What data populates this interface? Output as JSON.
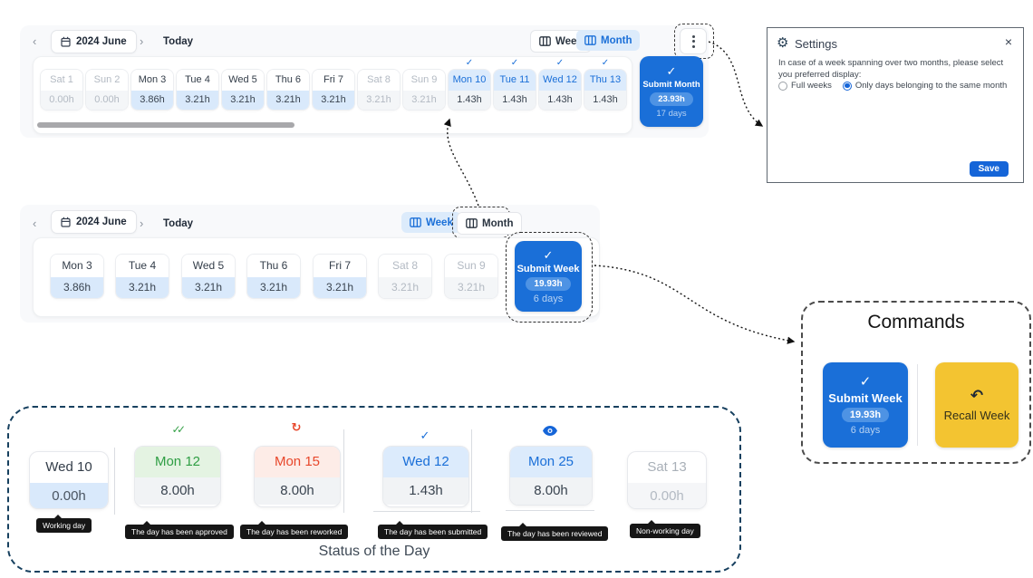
{
  "icons": {
    "chevron_left": "‹",
    "chevron_right": "›",
    "check": "✓",
    "double_check": "✓✓",
    "redo": "↻",
    "recall": "↶",
    "gear": "⚙",
    "close": "×"
  },
  "colors": {
    "primary_blue": "#1a6fd8",
    "light_blue_bg": "#dcebfc",
    "recall_yellow": "#f3c431",
    "approved_green": "#2f9e44",
    "reworked_red": "#e8472b",
    "tooltip_black": "#161616"
  },
  "month_view": {
    "nav": {
      "date_label": "2024 June",
      "today_label": "Today"
    },
    "toggle": {
      "week_label": "Week",
      "month_label": "Month"
    },
    "days": [
      {
        "label": "Sat 1",
        "hours": "0.00h",
        "state": "nonworking"
      },
      {
        "label": "Sun 2",
        "hours": "0.00h",
        "state": "nonworking"
      },
      {
        "label": "Mon 3",
        "hours": "3.86h",
        "state": "working"
      },
      {
        "label": "Tue 4",
        "hours": "3.21h",
        "state": "working"
      },
      {
        "label": "Wed 5",
        "hours": "3.21h",
        "state": "working"
      },
      {
        "label": "Thu 6",
        "hours": "3.21h",
        "state": "working"
      },
      {
        "label": "Fri 7",
        "hours": "3.21h",
        "state": "working"
      },
      {
        "label": "Sat 8",
        "hours": "3.21h",
        "state": "weekend"
      },
      {
        "label": "Sun 9",
        "hours": "3.21h",
        "state": "weekend"
      },
      {
        "label": "Mon 10",
        "hours": "1.43h",
        "state": "submitted"
      },
      {
        "label": "Tue 11",
        "hours": "1.43h",
        "state": "submitted"
      },
      {
        "label": "Wed 12",
        "hours": "1.43h",
        "state": "submitted"
      },
      {
        "label": "Thu 13",
        "hours": "1.43h",
        "state": "submitted"
      }
    ],
    "submit_button": {
      "label": "Submit Month",
      "total_hours": "23.93h",
      "days_count": "17 days"
    }
  },
  "week_view": {
    "nav": {
      "date_label": "2024 June",
      "today_label": "Today"
    },
    "toggle": {
      "week_label": "Week",
      "month_label": "Month"
    },
    "days": [
      {
        "label": "Mon 3",
        "hours": "3.86h",
        "state": "working"
      },
      {
        "label": "Tue 4",
        "hours": "3.21h",
        "state": "working"
      },
      {
        "label": "Wed 5",
        "hours": "3.21h",
        "state": "working"
      },
      {
        "label": "Thu 6",
        "hours": "3.21h",
        "state": "working"
      },
      {
        "label": "Fri 7",
        "hours": "3.21h",
        "state": "working"
      },
      {
        "label": "Sat 8",
        "hours": "3.21h",
        "state": "weekend"
      },
      {
        "label": "Sun 9",
        "hours": "3.21h",
        "state": "weekend"
      }
    ],
    "submit_button": {
      "label": "Submit Week",
      "total_hours": "19.93h",
      "days_count": "6 days"
    }
  },
  "settings_popup": {
    "title": "Settings",
    "description": "In case of a week spanning over two months, please select you preferred display:",
    "options": [
      {
        "label": "Full weeks",
        "selected": false
      },
      {
        "label": "Only days belonging to the same month",
        "selected": true
      }
    ],
    "save_label": "Save"
  },
  "commands_panel": {
    "title": "Commands",
    "submit_button": {
      "label": "Submit Week",
      "total_hours": "19.93h",
      "days_count": "6 days"
    },
    "recall_button": {
      "label": "Recall Week"
    }
  },
  "status_panel": {
    "caption": "Status of the Day",
    "items": [
      {
        "label": "Wed 10",
        "hours": "0.00h",
        "tooltip": "Working day",
        "state": "working"
      },
      {
        "label": "Mon 12",
        "hours": "8.00h",
        "tooltip": "The day has been approved",
        "state": "approved"
      },
      {
        "label": "Mon 15",
        "hours": "8.00h",
        "tooltip": "The day has been reworked",
        "state": "reworked"
      },
      {
        "label": "Wed 12",
        "hours": "1.43h",
        "tooltip": "The day has been submitted",
        "state": "submitted"
      },
      {
        "label": "Mon 25",
        "hours": "8.00h",
        "tooltip": "The day has been reviewed",
        "state": "reviewed"
      },
      {
        "label": "Sat 13",
        "hours": "0.00h",
        "tooltip": "Non-working day",
        "state": "nonworking"
      }
    ]
  }
}
